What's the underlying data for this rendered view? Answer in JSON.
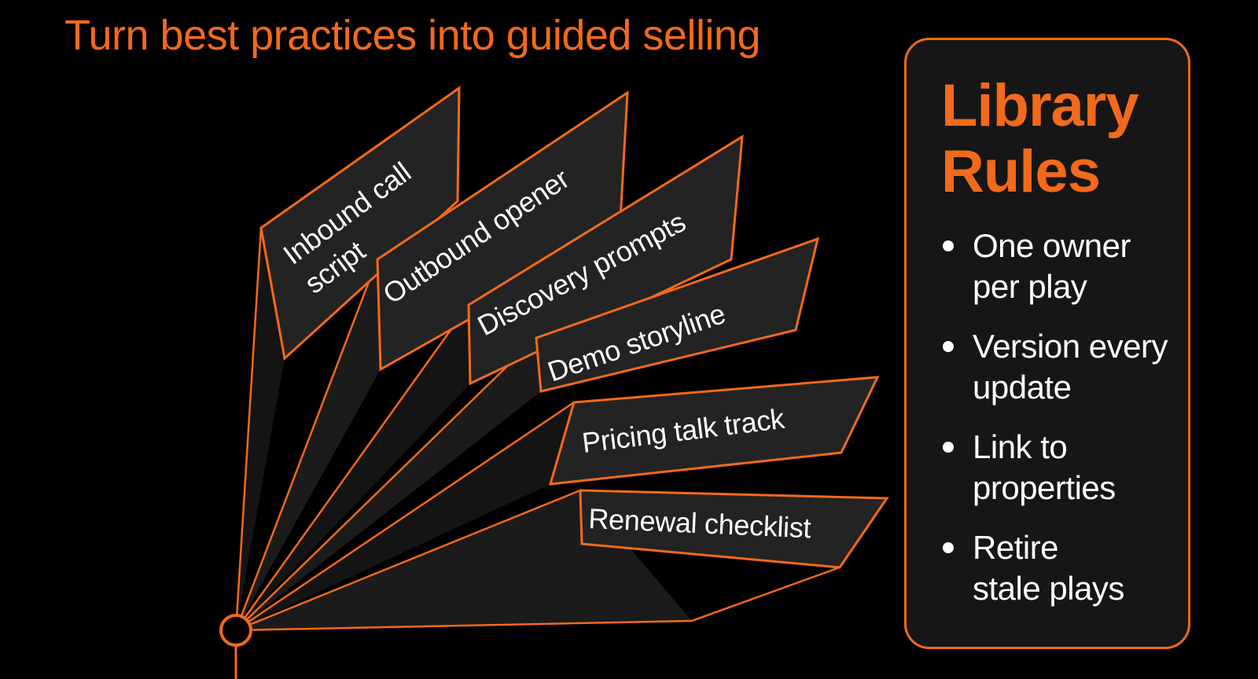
{
  "colors": {
    "accent": "#f26a1b",
    "background": "#000000",
    "card_fill": "#232323",
    "card_shade": "#141414",
    "text": "#ffffff"
  },
  "header": {
    "subtitle": "Turn best practices into guided selling"
  },
  "plays": [
    {
      "id": "inbound",
      "lines": [
        "Inbound call",
        "script"
      ]
    },
    {
      "id": "outbound",
      "lines": [
        "Outbound opener"
      ]
    },
    {
      "id": "discovery",
      "lines": [
        "Discovery prompts"
      ]
    },
    {
      "id": "demo",
      "lines": [
        "Demo storyline"
      ]
    },
    {
      "id": "pricing",
      "lines": [
        "Pricing talk track"
      ]
    },
    {
      "id": "renewal",
      "lines": [
        "Renewal checklist"
      ]
    }
  ],
  "rules": {
    "title_line1": "Library",
    "title_line2": "Rules",
    "items": [
      {
        "line1": "One owner",
        "line2": "per play"
      },
      {
        "line1": "Version every",
        "line2": "update"
      },
      {
        "line1": "Link to",
        "line2": "properties"
      },
      {
        "line1": "Retire",
        "line2": "stale plays"
      }
    ]
  },
  "icons": {
    "pivot": "hub-circle-icon",
    "bullet": "bullet-dot-icon"
  }
}
